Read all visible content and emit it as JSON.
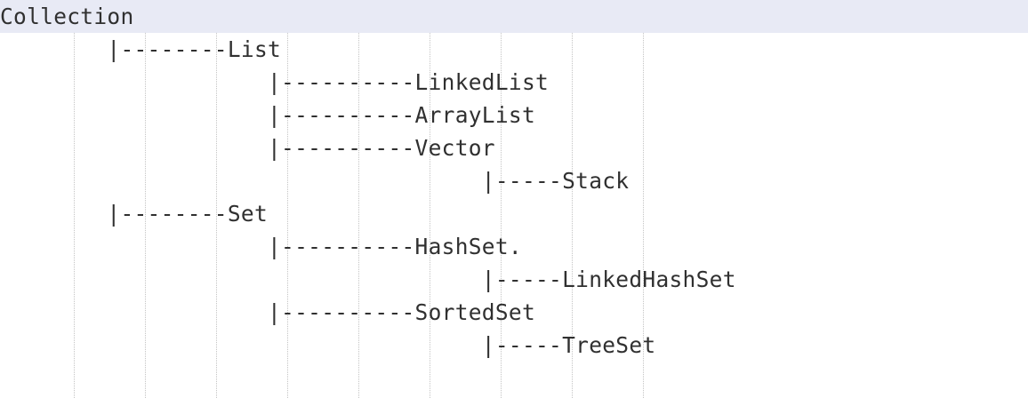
{
  "colors": {
    "text": "#303030",
    "current_line_highlight": "#e8eaf5",
    "indent_guide": "#c4c4c4",
    "background": "#ffffff"
  },
  "lines": [
    {
      "text": "Collection"
    },
    {
      "text": "        |--------List"
    },
    {
      "text": "                    |----------LinkedList"
    },
    {
      "text": "                    |----------ArrayList"
    },
    {
      "text": "                    |----------Vector"
    },
    {
      "text": "                                    |-----Stack"
    },
    {
      "text": "        |--------Set"
    },
    {
      "text": "                    |----------HashSet."
    },
    {
      "text": "                                    |-----LinkedHashSet"
    },
    {
      "text": "                    |----------SortedSet"
    },
    {
      "text": "                                    |-----TreeSet"
    }
  ]
}
